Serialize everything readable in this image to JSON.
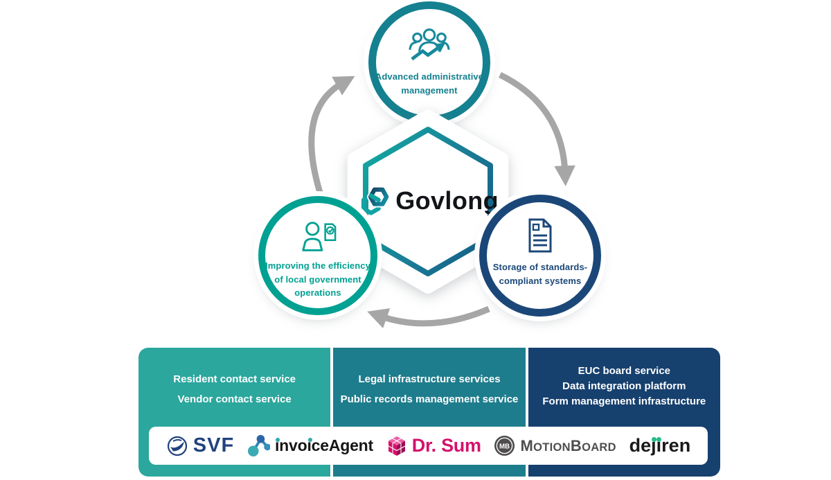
{
  "brand": {
    "name": "Govlong"
  },
  "cycle": {
    "top": {
      "label_lines": [
        "Advanced administrative",
        "management"
      ],
      "color": "#15808F"
    },
    "left": {
      "label_lines": [
        "Improving the efficiency",
        "of local government",
        "operations"
      ],
      "color": "#00A192"
    },
    "right": {
      "label_lines": [
        "Storage of standards-",
        "compliant systems"
      ],
      "color": "#1B4778"
    }
  },
  "arrows": {
    "color": "#A6A6A6"
  },
  "panels": [
    {
      "lines": [
        "Resident contact service",
        "Vendor contact service"
      ],
      "color": "#2BA79D"
    },
    {
      "lines": [
        "Legal infrastructure services",
        "Public records management service"
      ],
      "color": "#1E7D8C"
    },
    {
      "lines": [
        "EUC board service",
        "Data integration platform",
        "Form management infrastructure"
      ],
      "color": "#16406E"
    }
  ],
  "products": {
    "svf": {
      "label": "SVF",
      "color": "#21427E"
    },
    "invoice_agent": {
      "label": "invoiceAgent",
      "color": "#161616"
    },
    "dr_sum": {
      "label": "Dr. Sum",
      "color": "#D5116C"
    },
    "motion_board": {
      "badge": "MB",
      "m": "M",
      "otion": "OTION",
      "b": "B",
      "oard": "OARD",
      "color": "#4F4D4D"
    },
    "dejiren": {
      "label": "dejiren",
      "dot_color": "#27BC84"
    }
  }
}
